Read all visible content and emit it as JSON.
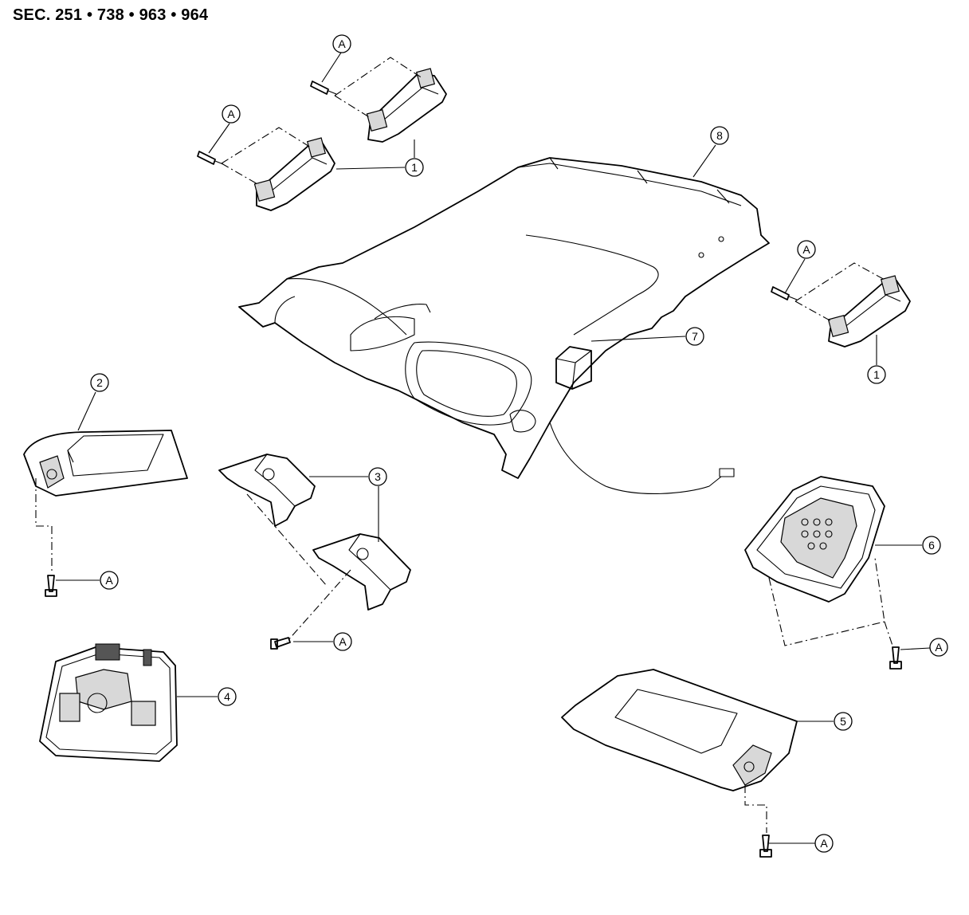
{
  "header": {
    "section_refs": "SEC. 251 • 738 • 963 • 964"
  },
  "callouts": {
    "assist_grip": "1",
    "sun_visor_lh": "2",
    "sun_visor_holder": "3",
    "room_lamp": "4",
    "sun_visor_rh": "5",
    "map_lamp": "6",
    "pad": "7",
    "headlining": "8",
    "fastener": "A"
  }
}
